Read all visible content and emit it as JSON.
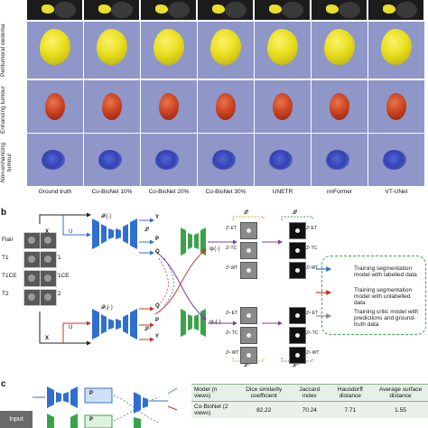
{
  "panel_a": {
    "rows": [
      {
        "label": "Peritumoral oedema",
        "kind": "pe"
      },
      {
        "label": "Enhancing tumour",
        "kind": "et"
      },
      {
        "label": "Non-enhancing tumour",
        "kind": "ne"
      }
    ],
    "columns": [
      "Ground truth",
      "Co-BioNet 10%",
      "Co-BioNet 20%",
      "Co-BioNet 30%",
      "UNETR",
      "nnFormer",
      "VT-UNet"
    ]
  },
  "panel_b": {
    "letter": "b",
    "modalities": [
      "Flair",
      "T1",
      "T1CE",
      "T2"
    ],
    "symbols": {
      "x": "X",
      "u": "U",
      "y": "Y",
      "p": "P",
      "q": "Q",
      "f_top": "𝓕ₗ(·)",
      "f_bottom": "𝓕ᵤ(·)",
      "psi_top": "ψₗ(·)",
      "psi_bottom": "ψᵤ(·)",
      "loss_top": "𝓛ˡ",
      "loss_bottom": "𝓛ᵘ",
      "z_top": [
        "Zˡ·ET",
        "Zˡ·TC",
        "Zˡ·WT"
      ],
      "z_bottom": [
        "Zᵘ·ET",
        "Zᵘ·TC",
        "Zᵘ·WT"
      ]
    },
    "legend": [
      {
        "text": "Training segmentation model with labelled data",
        "color": "#3a6fc4"
      },
      {
        "text": "Training segmentation model with unlabelled data",
        "color": "#c0392b"
      },
      {
        "text": "Training critic model with predictions and ground-truth data",
        "color": "#8a8a8a"
      }
    ]
  },
  "panel_c": {
    "letter": "c",
    "input_label": "Input",
    "p_label": "P",
    "table": {
      "headers": [
        "Model (n views)",
        "Dice similarity coefficient",
        "Jaccard index",
        "Hausdorff distance",
        "Average surface distance"
      ],
      "rows": [
        [
          "Co-BioNet (2 views)",
          "82.22",
          "70.24",
          "7.71",
          "1.55"
        ]
      ]
    }
  },
  "colors": {
    "background_3d": "#8f96c8",
    "peritumoral": "#e8de1e",
    "enhancing": "#c8401f",
    "non_enhancing": "#2a39b0",
    "encoder_blue": "#2f6fd0",
    "decoder_green": "#3aa34a",
    "labelled_arrow": "#3a6fc4",
    "unlabelled_arrow": "#c0392b"
  }
}
